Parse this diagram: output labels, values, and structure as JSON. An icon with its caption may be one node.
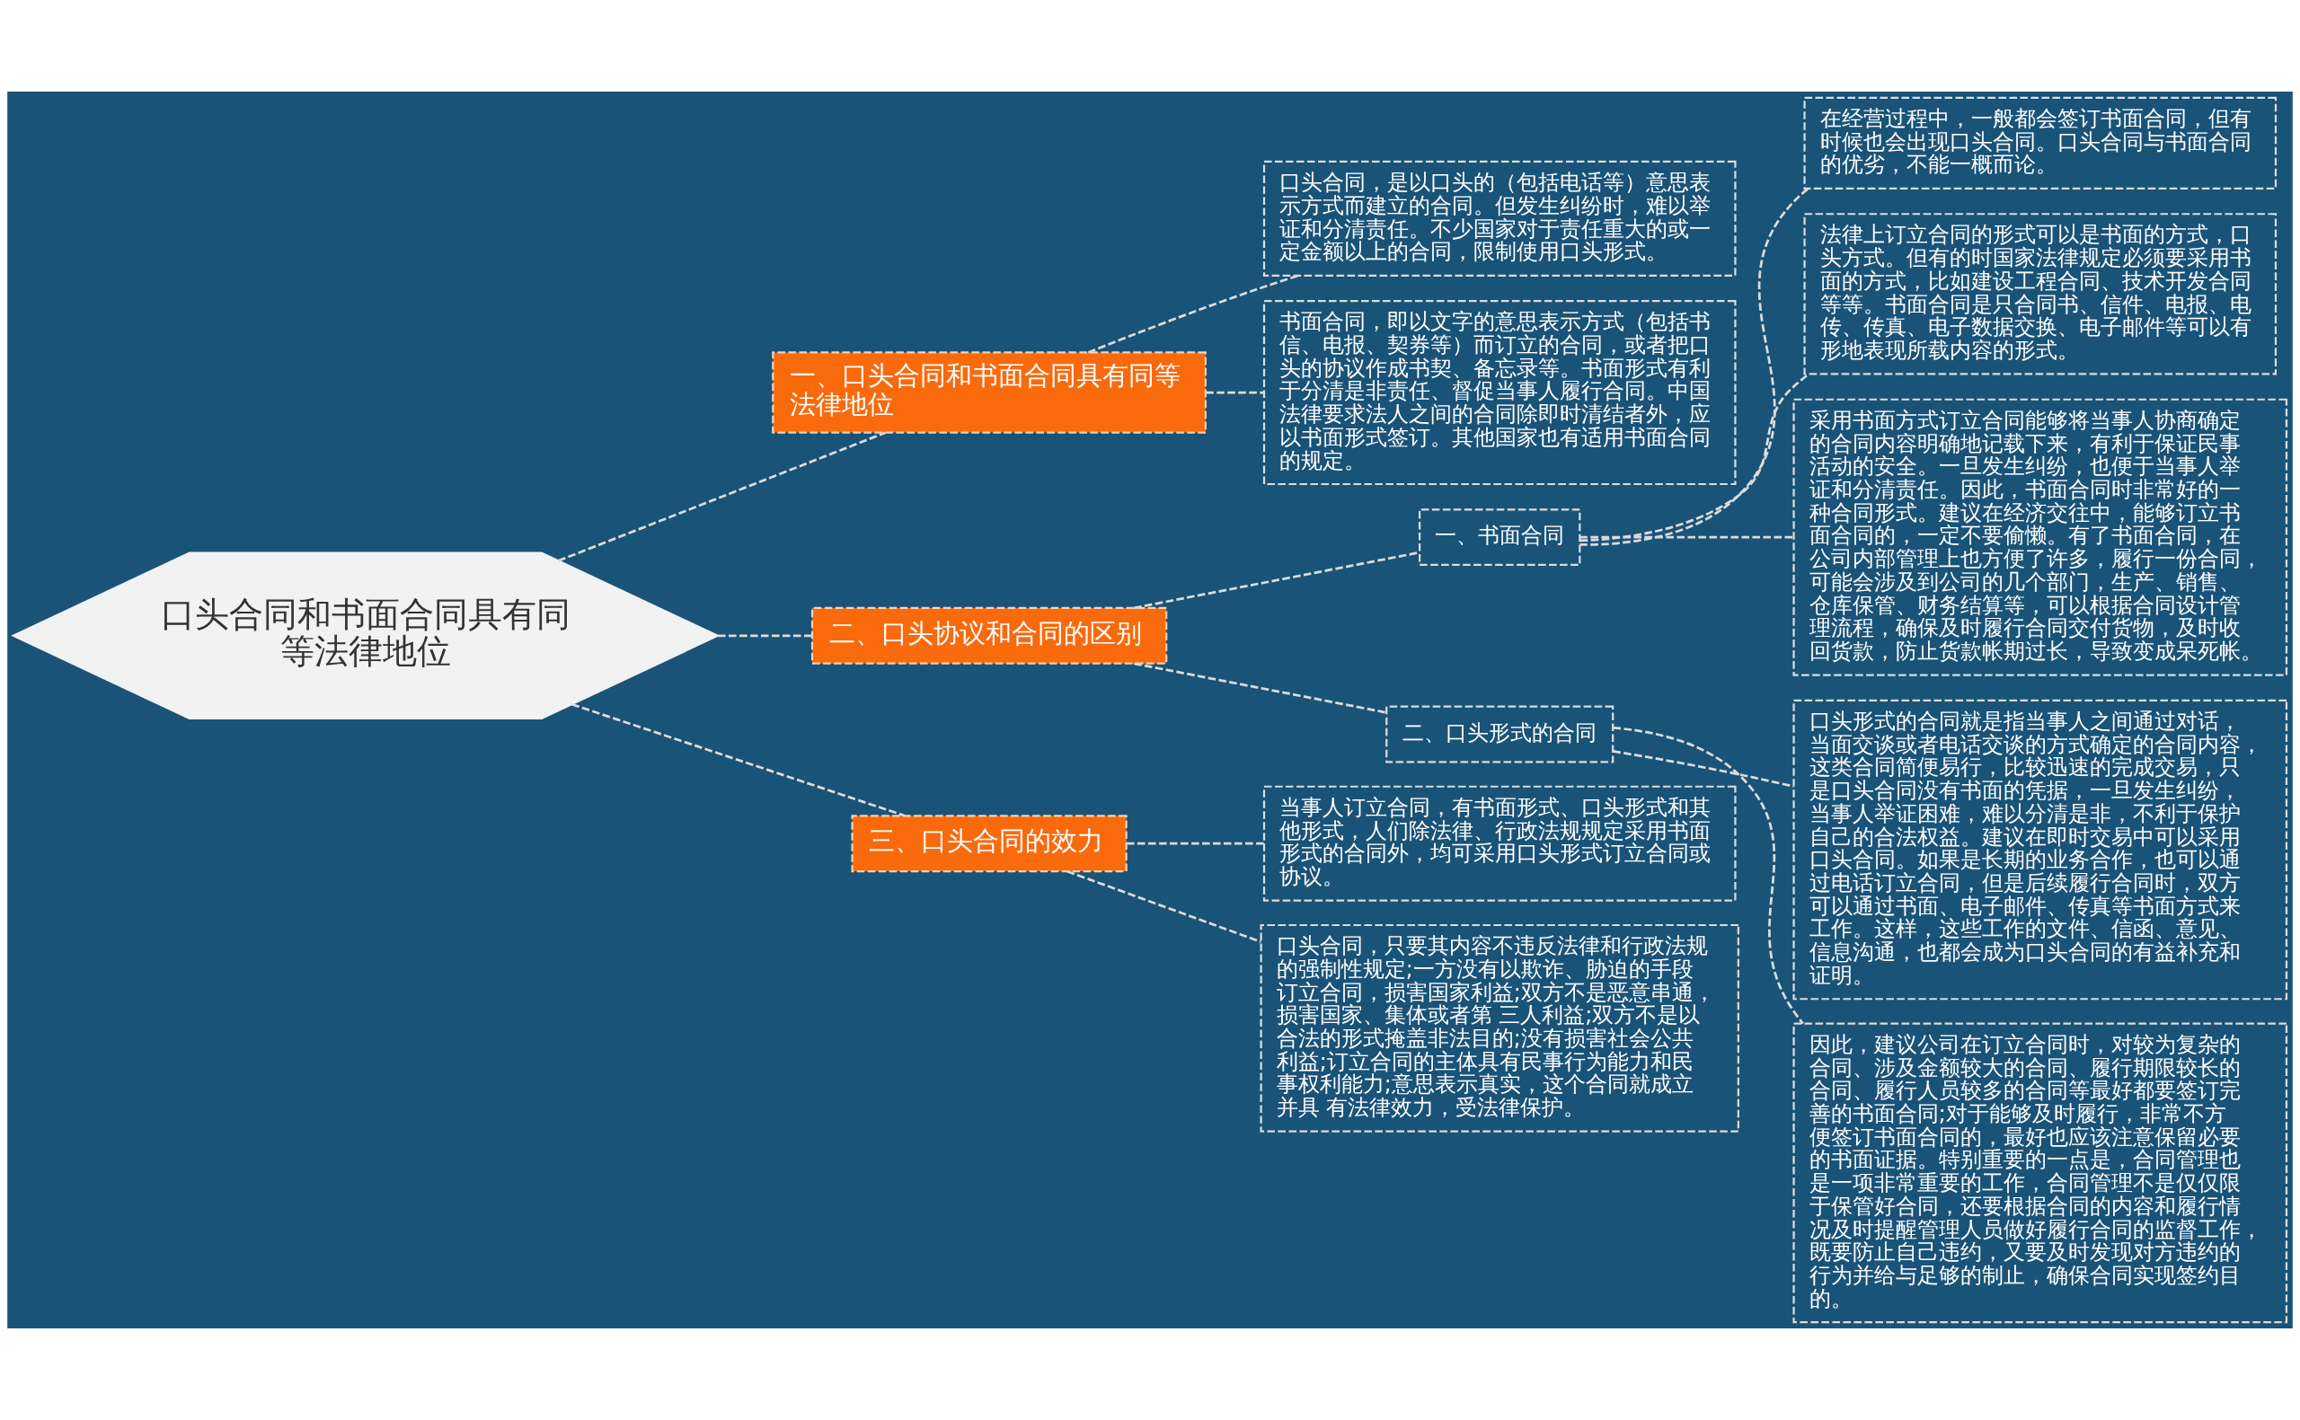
{
  "diagram": {
    "nodes": [
      {
        "text": [
          "口头合同和书面合同具有同等法律地位"
        ]
      },
      {
        "text": [
          "一、口头合同和书面合同具有同等法律地位"
        ]
      },
      {
        "text": [
          "口头合同，是以口头的（包括电话等）意思表示方式而建立的合同。但发生纠纷时，难以举证和分清责任。不少国家对于责任重大的或一定金额以上的合同，限制使用口头形式。"
        ]
      },
      {
        "text": [
          "书面合同，即以文字的意思表示方式（包括书信、电报、契券等）而订立的合同，或者把口头的协议作成书契、备忘录等。书面形式有利于分清是非责任、督促当事人履行合同。中国法律要求法人之间的合同除即时清结者外，应以书面形式签订。其他国家也有适用书面合同的规定。"
        ]
      },
      {
        "text": [
          "二、口头协议和合同的区别"
        ]
      },
      {
        "text": [
          "一、书面合同"
        ]
      },
      {
        "text": [
          "在经营过程中，一般都会签订书面合同，但有时候也会出现口头合同。口头合同与书面合同的优劣，不能一概而论。"
        ]
      },
      {
        "text": [
          "法律上订立合同的形式可以是书面的方式，口头方式。但有的时国家法律规定必须要采用书面的方式，比如建设工程合同、技术开发合同等等。书面合同是只合同书、信件、电报、电传、传真、电子数据交换、电子邮件等可以有形地表现所载内容的形式。"
        ]
      },
      {
        "text": [
          "采用书面方式订立合同能够将当事人协商确定的合同内容明确地记载下来，有利于保证民事活动的安全。一旦发生纠纷，也便于当事人举证和分清责任。因此，书面合同时非常好的一种合同形式。建议在经济交往中，能够订立书面合同的，一定不要偷懒。有了书面合同，在公司内部管理上也方便了许多，履行一份合同，可能会涉及到公司的几个部门，生产、销售、仓库保管、财务结算等，可以根据合同设计管理流程，确保及时履行合同交付货物，及时收回货款，防止货款帐期过长，导致变成呆死帐。"
        ]
      },
      {
        "text": [
          "二、口头形式的合同"
        ]
      },
      {
        "text": [
          "口头形式的合同就是指当事人之间通过对话，当面交谈或者电话交谈的方式确定的合同内容，这类合同简便易行，比较迅速的完成交易，只是口头合同没有书面的凭据，一旦发生纠纷，当事人举证困难，难以分清是非，不利于保护自己的合法权益。建议在即时交易中可以采用口头合同。如果是长期的业务合作，也可以通过电话订立合同，但是后续履行合同时，双方可以通过书面、电子邮件、传真等书面方式来工作。这样，这些工作的文件、信函、意见、信息沟通，也都会成为口头合同的有益补充和证明。"
        ]
      },
      {
        "text": [
          "因此，建议公司在订立合同时，对较为复杂的合同、涉及金额较大的合同、履行期限较长的合同、履行人员较多的合同等最好都要签订完善的书面合同;对于能够及时履行，非常不方便签订书面合同的，最好也应该注意保留必要的书面证据。特别重要的一点是，合同管理也是一项非常重要的工作，合同管理不是仅仅限于保管好合同，还要根据合同的内容和履行情况及时提醒管理人员做好履行合同的监督工作，既要防止自己违约，又要及时发现对方违约的行为并给与足够的制止，确保合同实现签约目的。"
        ]
      },
      {
        "text": [
          "三、口头合同的效力"
        ]
      },
      {
        "text": [
          "当事人订立合同，有书面形式、口头形式和其他形式，人们除法律、行政法规规定采用书面形式的合同外，均可采用口头形式订立合同或协议。"
        ]
      },
      {
        "text": [
          "口头合同，只要其内容不违反法律和行政法规的强制性规定;一方没有以欺诈、胁迫的手段订立合同，损害国家利益;双方不是恶意串通，损害国家、集体或者第 三人利益;双方不是以合法的形式掩盖非法目的;没有损害社会公共利益;订立合同的主体具有民事行为能力和民事权利能力;意思表示真实，这个合同就成立并具 有法律效力，受法律保护。"
        ]
      }
    ],
    "edges": [
      {
        "from": 0,
        "to": 1,
        "arrow": "none",
        "style": "dashed"
      },
      {
        "from": 1,
        "to": 2,
        "arrow": "none",
        "style": "dashed"
      },
      {
        "from": 1,
        "to": 3,
        "arrow": "none",
        "style": "dashed"
      },
      {
        "from": 0,
        "to": 4,
        "arrow": "none",
        "style": "dashed"
      },
      {
        "from": 4,
        "to": 5,
        "arrow": "none",
        "style": "dashed"
      },
      {
        "from": 5,
        "to": 6,
        "arrow": "none",
        "style": "dashed"
      },
      {
        "from": 5,
        "to": 7,
        "arrow": "none",
        "style": "dashed"
      },
      {
        "from": 5,
        "to": 8,
        "arrow": "none",
        "style": "dashed"
      },
      {
        "from": 4,
        "to": 9,
        "arrow": "none",
        "style": "dashed"
      },
      {
        "from": 9,
        "to": 10,
        "arrow": "none",
        "style": "dashed"
      },
      {
        "from": 9,
        "to": 11,
        "arrow": "none",
        "style": "dashed"
      },
      {
        "from": 0,
        "to": 12,
        "arrow": "none",
        "style": "dashed"
      },
      {
        "from": 12,
        "to": 13,
        "arrow": "none",
        "style": "dashed"
      },
      {
        "from": 12,
        "to": 14,
        "arrow": "none",
        "style": "dashed"
      }
    ]
  }
}
